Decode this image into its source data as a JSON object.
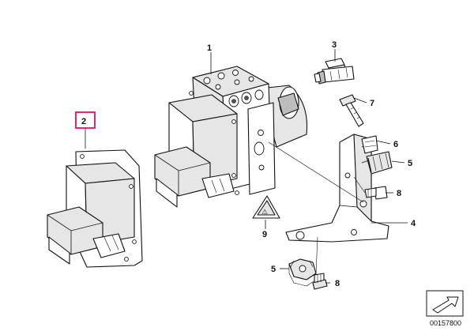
{
  "callouts": {
    "c1": "1",
    "c2": "2",
    "c3": "3",
    "c4": "4",
    "c5a": "5",
    "c5b": "5",
    "c6": "6",
    "c7": "7",
    "c8a": "8",
    "c8b": "8",
    "c9": "9"
  },
  "reference_number": "00157800",
  "colors": {
    "highlight": "#e0287a",
    "line": "#111111"
  },
  "icons": {
    "footer": "arrow-right-icon"
  }
}
